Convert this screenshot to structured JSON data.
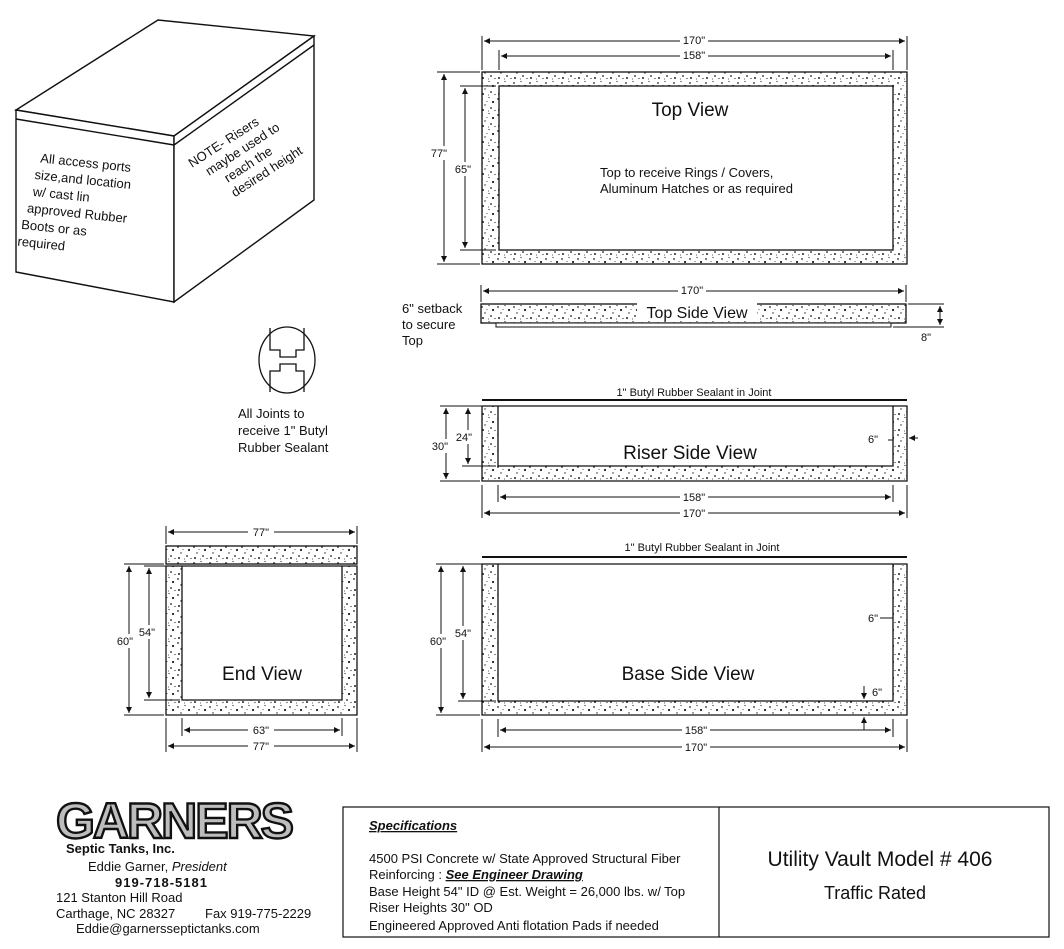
{
  "box": {
    "front_note": [
      "All access ports",
      "size,and location",
      "w/ cast lin",
      "approved Rubber",
      "Boots or as",
      "required"
    ],
    "side_note": [
      "NOTE- Risers",
      "maybe used to",
      "reach the",
      "desired height"
    ]
  },
  "joint_note": [
    "All Joints to",
    "receive 1\" Butyl",
    "Rubber Sealant"
  ],
  "top_view": {
    "title": "Top View",
    "dim_outer_width": "170\"",
    "dim_inner_width": "158\"",
    "dim_outer_height": "77\"",
    "dim_inner_height": "65\"",
    "note": [
      "Top to receive Rings / Covers,",
      "Aluminum Hatches or as required"
    ]
  },
  "top_side_view": {
    "title": "Top Side View",
    "dim_width": "170\"",
    "dim_thickness": "8\"",
    "setback_note": [
      "6\" setback",
      "to secure",
      "Top"
    ]
  },
  "riser_side_view": {
    "title": "Riser Side View",
    "sealant_note": "1\" Butyl Rubber Sealant in Joint",
    "dim_outer_height": "30\"",
    "dim_inner_height": "24\"",
    "dim_wall": "6\"",
    "dim_inner_width": "158\"",
    "dim_outer_width": "170\""
  },
  "end_view": {
    "title": "End View",
    "dim_top_width": "77\"",
    "dim_outer_height": "60\"",
    "dim_inner_height": "54\"",
    "dim_inner_width": "63\"",
    "dim_bottom_width": "77\""
  },
  "base_side_view": {
    "title": "Base Side View",
    "sealant_note": "1\" Butyl Rubber Sealant in Joint",
    "dim_outer_height": "60\"",
    "dim_inner_height": "54\"",
    "dim_wall": "6\"",
    "dim_floor": "6\"",
    "dim_inner_width": "158\"",
    "dim_outer_width": "170\""
  },
  "company": {
    "logo_text": "GARNERS",
    "name": "Septic Tanks, Inc.",
    "president_name": "Eddie Garner, ",
    "president_title": "President",
    "phone": "919-718-5181",
    "address_line1": "121 Stanton Hill Road",
    "address_line2": "Carthage, NC 28327",
    "fax": "Fax 919-775-2229",
    "email": "Eddie@garnersseptictanks.com"
  },
  "specs": {
    "heading": "Specifications",
    "line1": "4500 PSI Concrete w/ State Approved Structural Fiber",
    "line2_prefix": "Reinforcing : ",
    "line2_link": "See Engineer Drawing",
    "line3": "Base Height 54\" ID @ Est. Weight = 26,000 lbs. w/ Top",
    "line4": "Riser Heights 30\" OD",
    "line5": "Engineered Approved Anti flotation  Pads if needed"
  },
  "model": {
    "title": "Utility Vault Model # 406",
    "subtitle": "Traffic Rated"
  }
}
